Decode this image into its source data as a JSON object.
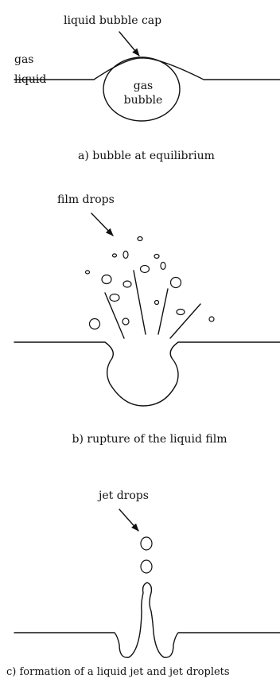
{
  "panel_a": {
    "cap_label": "liquid bubble cap",
    "gas_label": "gas",
    "liquid_label": "liquid",
    "bubble_label_1": "gas",
    "bubble_label_2": "bubble",
    "caption": "a) bubble at equilibrium"
  },
  "panel_b": {
    "drops_label": "film drops",
    "caption": "b) rupture of the liquid film"
  },
  "panel_c": {
    "drops_label": "jet drops",
    "caption": "c) formation of a liquid jet and jet droplets"
  }
}
